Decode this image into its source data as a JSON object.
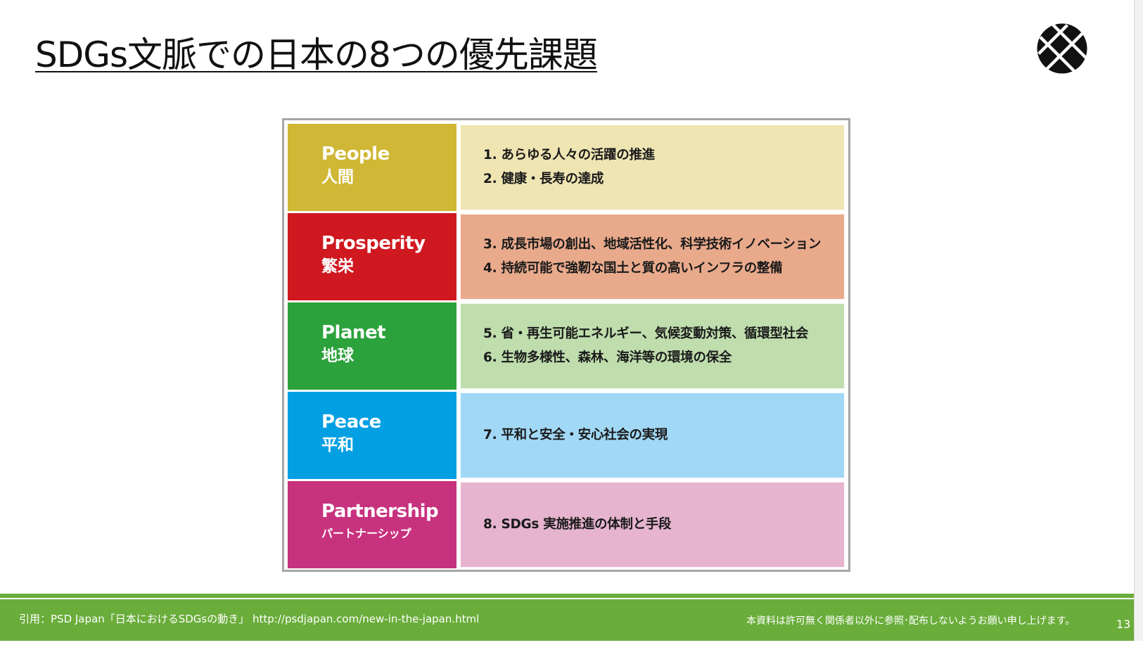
{
  "slide": {
    "title": "SDGs文脈での日本の8つの優先課題",
    "logo_icon": "globe-stripes-icon"
  },
  "table": {
    "rows": [
      {
        "category_en": "People",
        "category_jp": "人間",
        "cat_color": "#d0b735",
        "bg_color": "#efe5b3",
        "items": [
          "1. あらゆる人々の活躍の推進",
          "2. 健康・長寿の達成"
        ]
      },
      {
        "category_en": "Prosperity",
        "category_jp": "繁栄",
        "cat_color": "#cf1820",
        "bg_color": "#e9aa8c",
        "items": [
          "3. 成長市場の創出、地域活性化、科学技術イノベーション",
          "4. 持続可能で強靭な国土と質の高いインフラの整備"
        ]
      },
      {
        "category_en": "Planet",
        "category_jp": "地球",
        "cat_color": "#2ba23b",
        "bg_color": "#bfddad",
        "items": [
          "5. 省・再生可能エネルギー、気候変動対策、循環型社会",
          "6. 生物多様性、森林、海洋等の環境の保全"
        ]
      },
      {
        "category_en": "Peace",
        "category_jp": "平和",
        "cat_color": "#039fe3",
        "bg_color": "#a1d8f5",
        "items": [
          "7. 平和と安全・安心社会の実現"
        ]
      },
      {
        "category_en": "Partnership",
        "category_jp": "パートナーシップ",
        "cat_color": "#c7327e",
        "bg_color": "#e6b4cf",
        "items": [
          "8. SDGs 実施推進の体制と手段"
        ]
      }
    ]
  },
  "footer": {
    "citation": "引用：PSD Japan「日本におけるSDGsの動き」 http://psdjapan.com/new-in-the-japan.html",
    "notice": "本資料は許可無く関係者以外に参照･配布しないようお願い申し上げます。",
    "page_number": "13"
  }
}
